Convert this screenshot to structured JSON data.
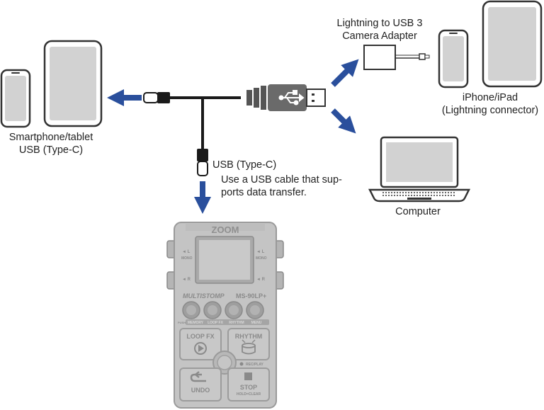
{
  "labels": {
    "adapter_line1": "Lightning to USB 3",
    "adapter_line2": "Camera Adapter",
    "iphone_line1": "iPhone/iPad",
    "iphone_line2": "(Lightning connector)",
    "smartphone_line1": "Smartphone/tablet",
    "smartphone_line2": "USB (Type-C)",
    "usbc_port": "USB (Type-C)",
    "note_line1": "Use a USB cable that sup-",
    "note_line2": "ports data transfer.",
    "computer": "Computer"
  },
  "pedal": {
    "brand": "ZOOM",
    "series": "MULTISTOMP",
    "model": "MS-90LP+",
    "out_l": "◄ L",
    "out_mono": "MONO",
    "out_r": "◄ R",
    "in_l": "◄ L",
    "in_mono": "MONO",
    "in_r": "◄ R",
    "push": "PUSH",
    "knob_labels": [
      "MEMORY",
      "LOOP FX",
      "RHYTHM",
      "MENU"
    ],
    "loopfx_label": "LOOP FX",
    "rhythm_label": "RHYTHM",
    "recplay_label": "REC/PLAY",
    "undo_label": "UNDO",
    "stop_label": "STOP",
    "stop_sub": "HOLD=CLEAR"
  },
  "colors": {
    "arrow": "#2a4f9c",
    "cable": "#1a1a1a",
    "connector": "#555555",
    "device_outline": "#333333",
    "pedal_gray": "#b5b5b5"
  }
}
